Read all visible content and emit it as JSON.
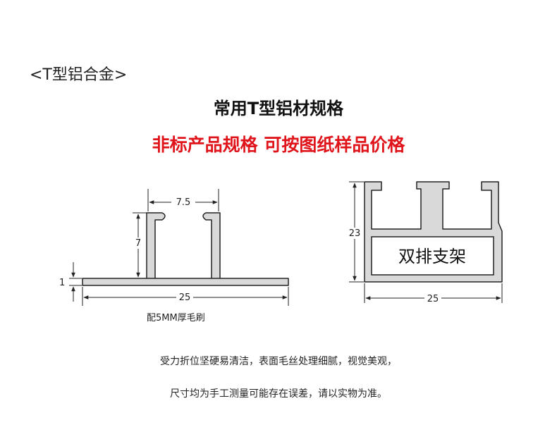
{
  "header": {
    "section_tag": "<T型铝合金>",
    "title": "常用T型铝材规格",
    "subtitle": "非标产品规格 可按图纸样品价格"
  },
  "profile_left": {
    "dim_top_width": "7.5",
    "dim_height": "7",
    "dim_thickness": "1",
    "dim_base_width": "25",
    "caption": "配5MM厚毛刷"
  },
  "profile_right": {
    "dim_height": "23",
    "dim_width": "25",
    "label": "双排支架"
  },
  "notes": {
    "line1": "受力折位坚硬易清洁，表面毛丝处理细腻，视觉美观，",
    "line2": "尺寸均为手工测量可能存在误差，请以实物为准。"
  },
  "colors": {
    "title": "#111111",
    "subtitle": "#e0141b",
    "profile_fill": "#d9d9d9",
    "outline": "#222222"
  }
}
